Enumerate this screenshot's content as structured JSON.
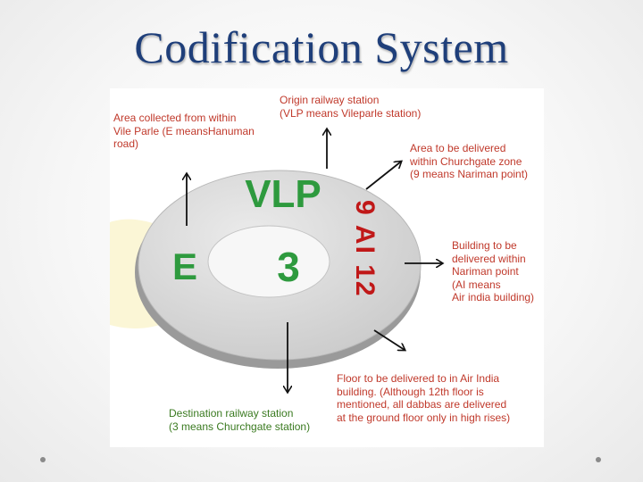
{
  "slide": {
    "title": "Codification System"
  },
  "diagram": {
    "codes": {
      "outer_top": "VLP",
      "left": "E",
      "center": "3",
      "right_vertical": "9 AI 12"
    },
    "notes": {
      "origin": [
        "Origin railway station",
        "(VLP means Vileparle station)"
      ],
      "area_collected": [
        "Area collected from within",
        "Vile Parle (E meansHanuman",
        "road)"
      ],
      "area_delivered": [
        "Area to be delivered",
        "within Churchgate zone",
        "(9 means Nariman point)"
      ],
      "building": [
        "Building to be",
        "delivered within",
        "Nariman point",
        "(AI means",
        "Air india building)"
      ],
      "floor": [
        "Floor  to be delivered  to in Air India",
        "building. (Although 12th floor is",
        "mentioned, all dabbas are delivered",
        "at the ground floor only in high rises)"
      ],
      "destination": [
        "Destination railway station",
        "(3 means Churchgate station)"
      ]
    },
    "colors": {
      "title": "#1f3f7a",
      "code_green": "#2e9a3e",
      "code_red": "#c01818",
      "note_red": "#c0392b",
      "note_green": "#3a7a20",
      "disc": "#d4d4d4",
      "arrow": "#111111"
    }
  },
  "navigation": {
    "prev_icon": "nav-dot-icon",
    "next_icon": "nav-dot-icon"
  }
}
